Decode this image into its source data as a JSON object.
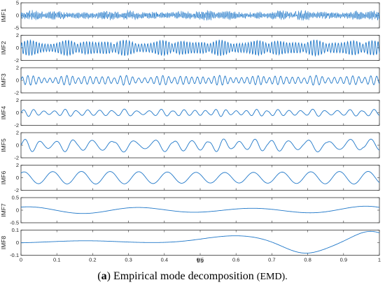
{
  "caption": {
    "label": "a",
    "text": " Empirical mode decomposition ",
    "abbr": "(EMD).",
    "open": "(",
    "close": ")"
  },
  "chart_data": {
    "type": "line",
    "xlabel": "t/s",
    "xlim": [
      0,
      1
    ],
    "x_ticks": [
      "0",
      "0.1",
      "0.2",
      "0.3",
      "0.4",
      "0.5",
      "0.6",
      "0.7",
      "0.8",
      "0.9",
      "1"
    ],
    "line_color": "#1f77c8",
    "panels": [
      {
        "name": "IMF1",
        "ylim": [
          -5,
          5
        ],
        "yticks": [
          "5",
          "0",
          "-5"
        ],
        "signal": {
          "kind": "noise",
          "amp": 2.2,
          "cycles": 260
        }
      },
      {
        "name": "IMF2",
        "ylim": [
          -2,
          2
        ],
        "yticks": [
          "2",
          "0",
          "-2"
        ],
        "signal": {
          "kind": "am",
          "amp": 1.3,
          "cycles": 120
        }
      },
      {
        "name": "IMF3",
        "ylim": [
          -2,
          2
        ],
        "yticks": [
          "2",
          "0",
          "-2"
        ],
        "signal": {
          "kind": "am",
          "amp": 0.8,
          "cycles": 62
        }
      },
      {
        "name": "IMF4",
        "ylim": [
          -2,
          2
        ],
        "yticks": [
          "2",
          "0",
          "-2"
        ],
        "signal": {
          "kind": "am",
          "amp": 0.6,
          "cycles": 32
        }
      },
      {
        "name": "IMF5",
        "ylim": [
          -2,
          2
        ],
        "yticks": [
          "2",
          "0",
          "-2"
        ],
        "signal": {
          "kind": "am",
          "amp": 1.1,
          "cycles": 20
        }
      },
      {
        "name": "IMF6",
        "ylim": [
          -2,
          2
        ],
        "yticks": [
          "2",
          "0",
          "-2"
        ],
        "signal": {
          "kind": "sine",
          "amp": 1.0,
          "cycles": 12.5
        }
      },
      {
        "name": "IMF7",
        "ylim": [
          -0.5,
          0.5
        ],
        "yticks": [
          "0.5",
          "0",
          "-0.5"
        ],
        "signal": {
          "kind": "slow",
          "amp": 0.22,
          "cycles": 3.2
        }
      },
      {
        "name": "IMF8",
        "ylim": [
          -0.1,
          0.1
        ],
        "yticks": [
          "0.1",
          "0",
          "-0.1"
        ],
        "signal": {
          "kind": "trend"
        }
      }
    ]
  }
}
